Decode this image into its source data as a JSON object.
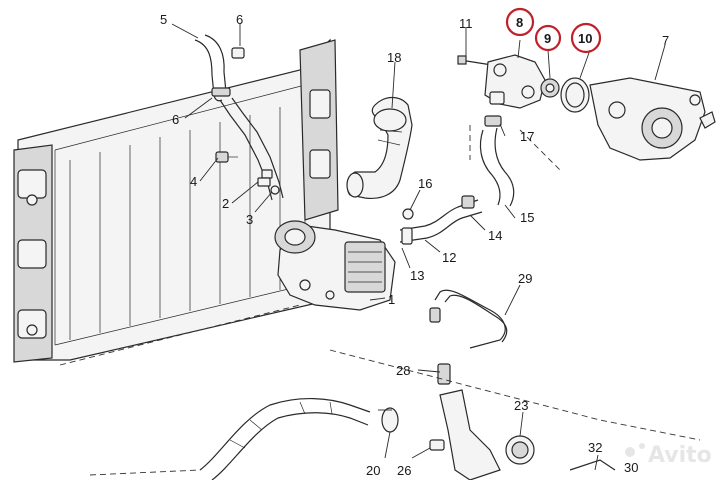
{
  "diagram": {
    "callouts": [
      {
        "id": "1",
        "label": "1"
      },
      {
        "id": "2",
        "label": "2"
      },
      {
        "id": "3",
        "label": "3"
      },
      {
        "id": "4",
        "label": "4"
      },
      {
        "id": "5",
        "label": "5"
      },
      {
        "id": "6a",
        "label": "6"
      },
      {
        "id": "6b",
        "label": "6"
      },
      {
        "id": "7",
        "label": "7"
      },
      {
        "id": "8",
        "label": "8",
        "highlighted": true
      },
      {
        "id": "9",
        "label": "9",
        "highlighted": true
      },
      {
        "id": "10",
        "label": "10",
        "highlighted": true
      },
      {
        "id": "11",
        "label": "11"
      },
      {
        "id": "12",
        "label": "12"
      },
      {
        "id": "13",
        "label": "13"
      },
      {
        "id": "14",
        "label": "14"
      },
      {
        "id": "15",
        "label": "15"
      },
      {
        "id": "16",
        "label": "16"
      },
      {
        "id": "17",
        "label": "17"
      },
      {
        "id": "18",
        "label": "18"
      },
      {
        "id": "20",
        "label": "20"
      },
      {
        "id": "23",
        "label": "23"
      },
      {
        "id": "26",
        "label": "26"
      },
      {
        "id": "28",
        "label": "28"
      },
      {
        "id": "29",
        "label": "29"
      },
      {
        "id": "30",
        "label": "30"
      },
      {
        "id": "32",
        "label": "32"
      }
    ],
    "highlight_color": "#c0202a"
  },
  "watermark": {
    "text": "Avito",
    "icon": "avito-logo-icon"
  }
}
